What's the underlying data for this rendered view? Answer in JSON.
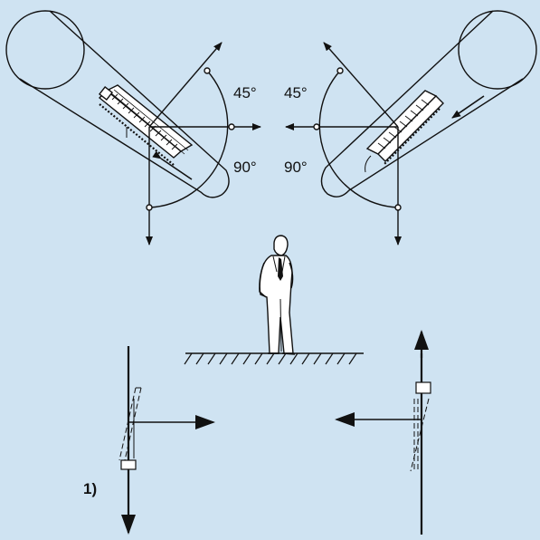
{
  "diagram": {
    "background_color": "#cfe3f2",
    "line_color": "#111111",
    "labels": {
      "left_angle_45": "45°",
      "left_angle_90": "90°",
      "right_angle_45": "45°",
      "right_angle_90": "90°",
      "footnote": "1)"
    },
    "figures": {
      "left_heater": "ceiling-mounted-heater-left",
      "right_heater": "ceiling-mounted-heater-right",
      "person": "standing-person",
      "floor": "hatched-floor",
      "left_wall_unit": "wall-mounted-unit-downward",
      "right_wall_unit": "wall-mounted-unit-upward"
    }
  }
}
